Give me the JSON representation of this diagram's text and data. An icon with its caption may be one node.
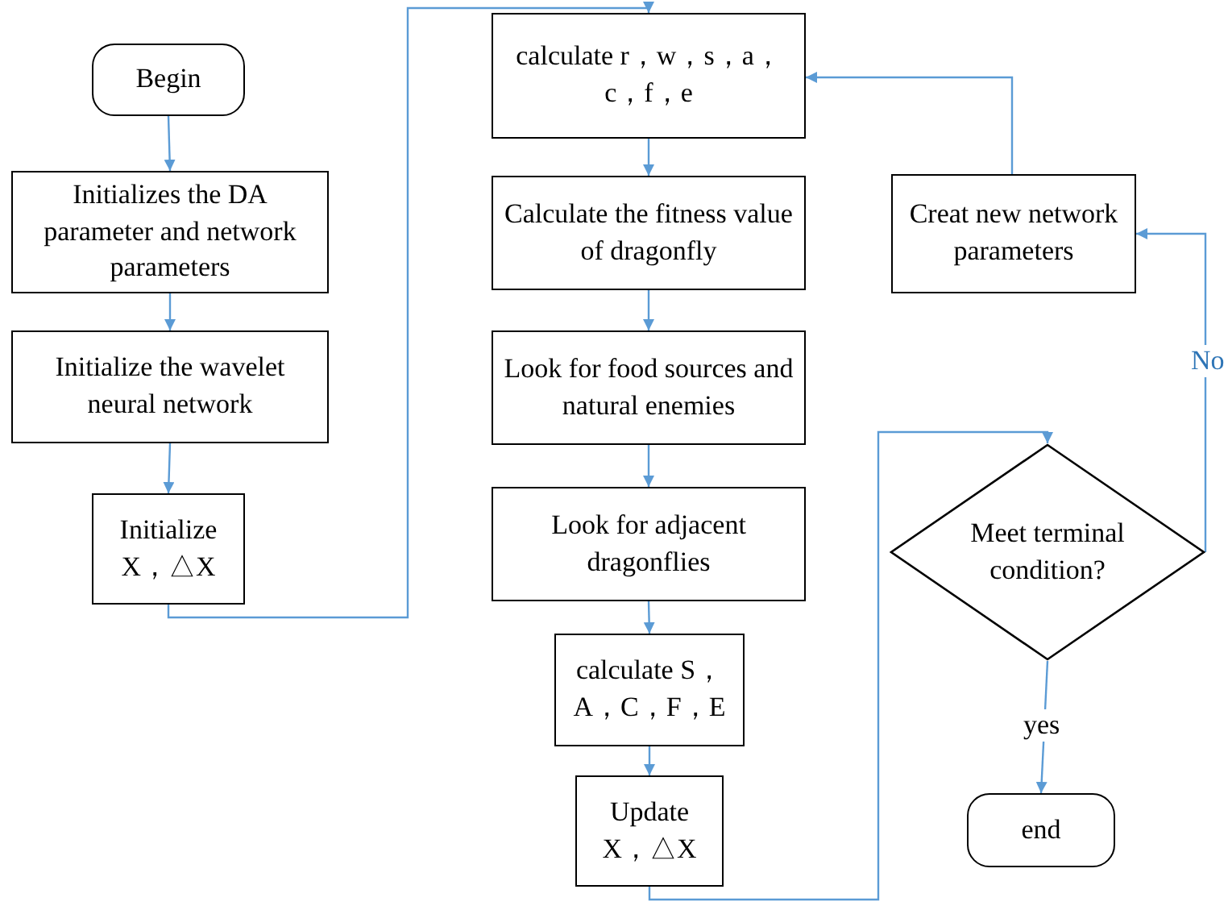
{
  "diagram": {
    "nodes": [
      {
        "text": [
          "Begin"
        ]
      },
      {
        "text": [
          "Initializes the DA parameter and network parameters"
        ]
      },
      {
        "text": [
          "Initialize the wavelet neural network"
        ]
      },
      {
        "text": [
          "Initialize X，△X"
        ]
      },
      {
        "text": [
          "calculate r，w，s，a，c，f，e"
        ]
      },
      {
        "text": [
          "Calculate the fitness value of dragonfly"
        ]
      },
      {
        "text": [
          "Look for food sources and natural enemies"
        ]
      },
      {
        "text": [
          "Look for adjacent dragonflies"
        ]
      },
      {
        "text": [
          "calculate S，A，C，F，E"
        ]
      },
      {
        "text": [
          "Update X，△X"
        ]
      },
      {
        "text": [
          "Creat new network parameters"
        ]
      },
      {
        "text": [
          "Meet terminal condition?"
        ]
      },
      {
        "text": [
          "end"
        ]
      }
    ],
    "edges": [
      {
        "from": 0,
        "to": 1,
        "arrow": "to"
      },
      {
        "from": 1,
        "to": 2,
        "arrow": "to"
      },
      {
        "from": 2,
        "to": 3,
        "arrow": "to"
      },
      {
        "from": 3,
        "to": 4,
        "arrow": "to"
      },
      {
        "from": 4,
        "to": 5,
        "arrow": "to"
      },
      {
        "from": 5,
        "to": 6,
        "arrow": "to"
      },
      {
        "from": 6,
        "to": 7,
        "arrow": "to"
      },
      {
        "from": 7,
        "to": 8,
        "arrow": "to"
      },
      {
        "from": 8,
        "to": 9,
        "arrow": "to"
      },
      {
        "from": 9,
        "to": 11,
        "arrow": "to"
      },
      {
        "from": 11,
        "to": 10,
        "arrow": "to",
        "label": "No"
      },
      {
        "from": 10,
        "to": 4,
        "arrow": "to"
      },
      {
        "from": 11,
        "to": 12,
        "arrow": "to",
        "label": "yes"
      }
    ]
  }
}
